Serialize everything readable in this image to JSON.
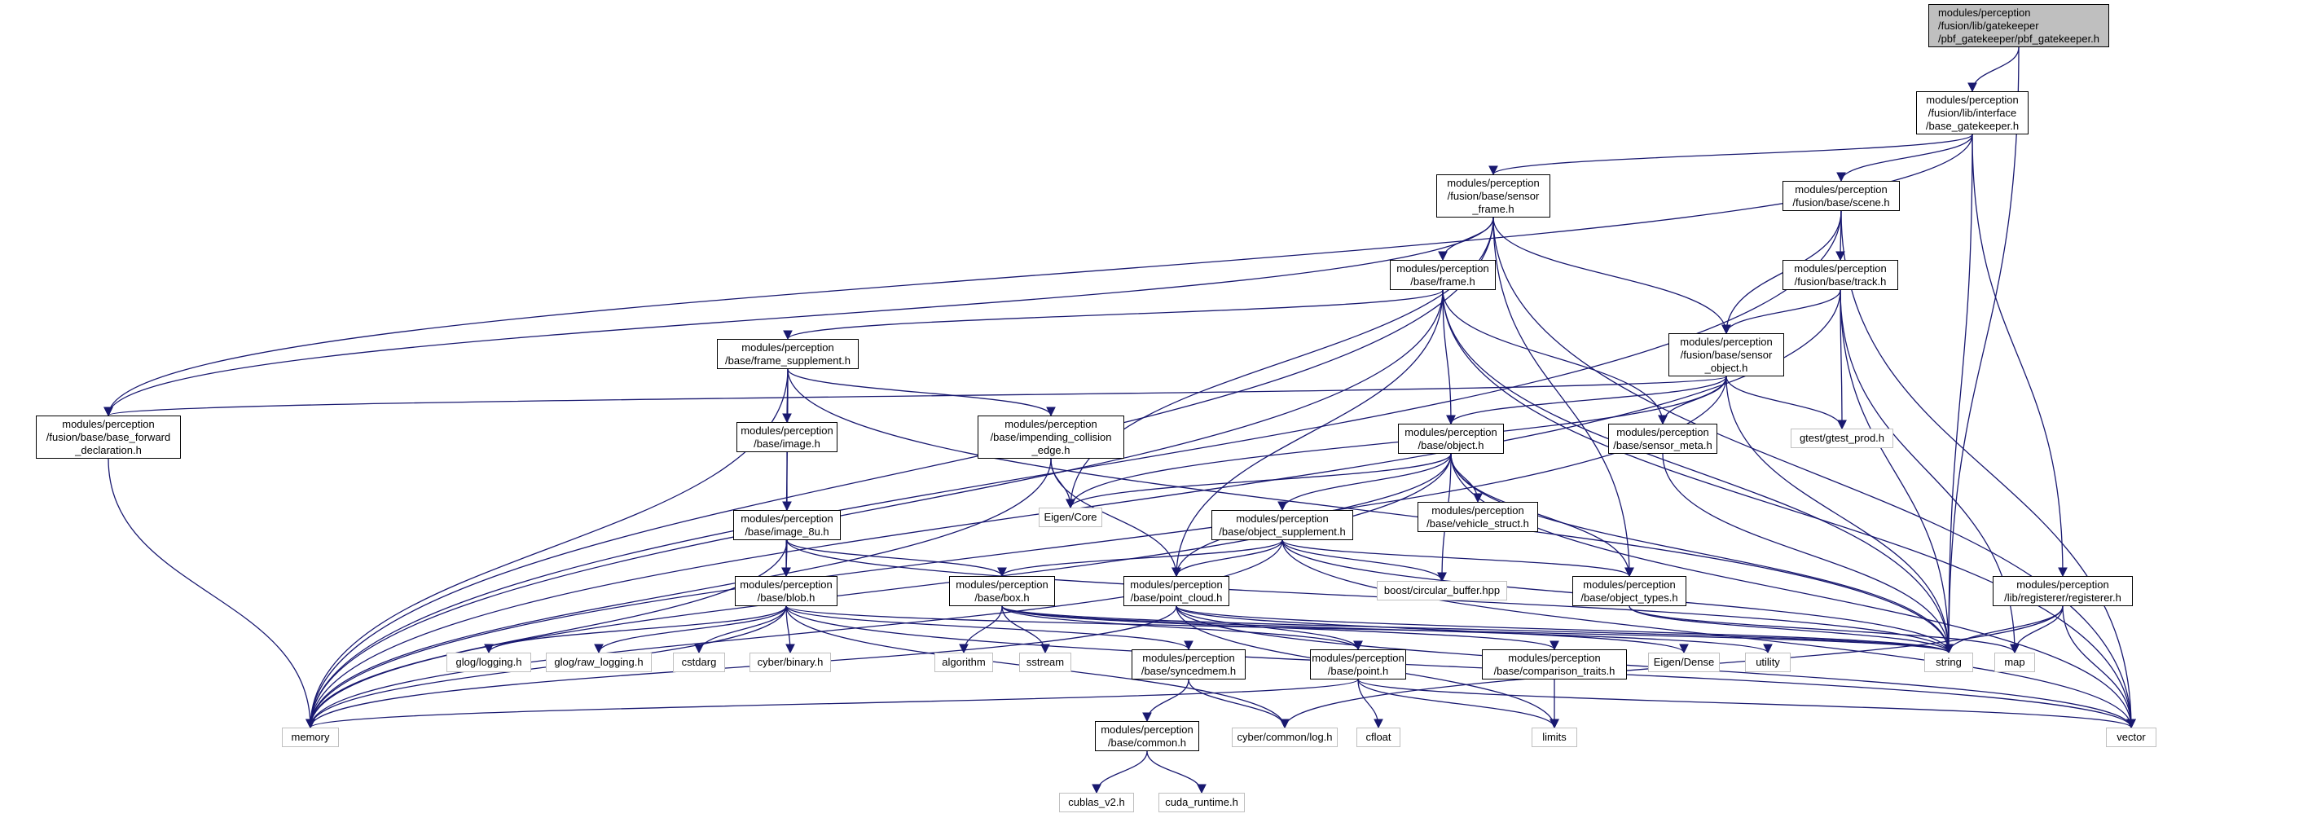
{
  "colors": {
    "edge": "#191970",
    "box_border": "#000000",
    "system_border": "#bfbfbf",
    "root_fill": "#bfbfbf"
  },
  "nodes": {
    "root": "modules/perception\n/fusion/lib/gatekeeper\n/pbf_gatekeeper/pbf_gatekeeper.h",
    "base_gatekeeper": "modules/perception\n/fusion/lib/interface\n/base_gatekeeper.h",
    "sensor_frame": "modules/perception\n/fusion/base/sensor\n_frame.h",
    "scene": "modules/perception\n/fusion/base/scene.h",
    "frame": "modules/perception\n/base/frame.h",
    "track": "modules/perception\n/fusion/base/track.h",
    "frame_supplement": "modules/perception\n/base/frame_supplement.h",
    "sensor_object": "modules/perception\n/fusion/base/sensor\n_object.h",
    "base_forward": "modules/perception\n/fusion/base/base_forward\n_declaration.h",
    "image": "modules/perception\n/base/image.h",
    "impending": "modules/perception\n/base/impending_collision\n_edge.h",
    "object": "modules/perception\n/base/object.h",
    "sensor_meta": "modules/perception\n/base/sensor_meta.h",
    "gtest_prod": "gtest/gtest_prod.h",
    "eigen_core": "Eigen/Core",
    "vehicle_struct": "modules/perception\n/base/vehicle_struct.h",
    "image_8u": "modules/perception\n/base/image_8u.h",
    "object_supplement": "modules/perception\n/base/object_supplement.h",
    "blob": "modules/perception\n/base/blob.h",
    "box": "modules/perception\n/base/box.h",
    "point_cloud": "modules/perception\n/base/point_cloud.h",
    "circular_buffer": "boost/circular_buffer.hpp",
    "object_types": "modules/perception\n/base/object_types.h",
    "registerer": "modules/perception\n/lib/registerer/registerer.h",
    "glog_logging": "glog/logging.h",
    "glog_raw": "glog/raw_logging.h",
    "cstdarg": "cstdarg",
    "cyber_binary": "cyber/binary.h",
    "algorithm": "algorithm",
    "sstream": "sstream",
    "syncedmem": "modules/perception\n/base/syncedmem.h",
    "point": "modules/perception\n/base/point.h",
    "comparison_traits": "modules/perception\n/base/comparison_traits.h",
    "eigen_dense": "Eigen/Dense",
    "utility": "utility",
    "string": "string",
    "map": "map",
    "memory": "memory",
    "common": "modules/perception\n/base/common.h",
    "cyber_log": "cyber/common/log.h",
    "cfloat": "cfloat",
    "limits": "limits",
    "vector": "vector",
    "cublas": "cublas_v2.h",
    "cuda_runtime": "cuda_runtime.h"
  },
  "edges": [
    [
      "root",
      "base_gatekeeper"
    ],
    [
      "root",
      "string"
    ],
    [
      "base_gatekeeper",
      "base_forward"
    ],
    [
      "base_gatekeeper",
      "sensor_frame"
    ],
    [
      "base_gatekeeper",
      "scene"
    ],
    [
      "base_gatekeeper",
      "string"
    ],
    [
      "base_gatekeeper",
      "registerer"
    ],
    [
      "sensor_frame",
      "base_forward"
    ],
    [
      "sensor_frame",
      "frame"
    ],
    [
      "sensor_frame",
      "sensor_object"
    ],
    [
      "sensor_frame",
      "memory"
    ],
    [
      "sensor_frame",
      "vector"
    ],
    [
      "sensor_frame",
      "eigen_core"
    ],
    [
      "sensor_frame",
      "object_types"
    ],
    [
      "scene",
      "sensor_object"
    ],
    [
      "scene",
      "track"
    ],
    [
      "scene",
      "memory"
    ],
    [
      "scene",
      "vector"
    ],
    [
      "frame",
      "frame_supplement"
    ],
    [
      "frame",
      "object"
    ],
    [
      "frame",
      "sensor_meta"
    ],
    [
      "frame",
      "memory"
    ],
    [
      "frame",
      "string"
    ],
    [
      "frame",
      "vector"
    ],
    [
      "frame",
      "point_cloud"
    ],
    [
      "track",
      "sensor_object"
    ],
    [
      "track",
      "gtest_prod"
    ],
    [
      "track",
      "string"
    ],
    [
      "track",
      "map"
    ],
    [
      "track",
      "memory"
    ],
    [
      "frame_supplement",
      "image"
    ],
    [
      "frame_supplement",
      "impending"
    ],
    [
      "frame_supplement",
      "blob"
    ],
    [
      "frame_supplement",
      "memory"
    ],
    [
      "frame_supplement",
      "string"
    ],
    [
      "sensor_object",
      "base_forward"
    ],
    [
      "sensor_object",
      "object"
    ],
    [
      "sensor_object",
      "sensor_meta"
    ],
    [
      "sensor_object",
      "gtest_prod"
    ],
    [
      "sensor_object",
      "eigen_core"
    ],
    [
      "sensor_object",
      "string"
    ],
    [
      "sensor_object",
      "memory"
    ],
    [
      "base_forward",
      "memory"
    ],
    [
      "image",
      "image_8u"
    ],
    [
      "impending",
      "eigen_core"
    ],
    [
      "impending",
      "memory"
    ],
    [
      "impending",
      "point_cloud"
    ],
    [
      "object",
      "eigen_core"
    ],
    [
      "object",
      "vehicle_struct"
    ],
    [
      "object",
      "object_supplement"
    ],
    [
      "object",
      "object_types"
    ],
    [
      "object",
      "point_cloud"
    ],
    [
      "object",
      "circular_buffer"
    ],
    [
      "object",
      "vector"
    ],
    [
      "object",
      "memory"
    ],
    [
      "object",
      "string"
    ],
    [
      "sensor_meta",
      "string"
    ],
    [
      "image_8u",
      "blob"
    ],
    [
      "image_8u",
      "box"
    ],
    [
      "image_8u",
      "memory"
    ],
    [
      "image_8u",
      "string"
    ],
    [
      "object_supplement",
      "box"
    ],
    [
      "object_supplement",
      "point_cloud"
    ],
    [
      "object_supplement",
      "object_types"
    ],
    [
      "object_supplement",
      "circular_buffer"
    ],
    [
      "object_supplement",
      "vector"
    ],
    [
      "object_supplement",
      "memory"
    ],
    [
      "object_supplement",
      "string"
    ],
    [
      "blob",
      "glog_logging"
    ],
    [
      "blob",
      "glog_raw"
    ],
    [
      "blob",
      "cstdarg"
    ],
    [
      "blob",
      "cyber_binary"
    ],
    [
      "blob",
      "syncedmem"
    ],
    [
      "blob",
      "memory"
    ],
    [
      "blob",
      "string"
    ],
    [
      "blob",
      "vector"
    ],
    [
      "blob",
      "cyber_log"
    ],
    [
      "box",
      "algorithm"
    ],
    [
      "box",
      "sstream"
    ],
    [
      "box",
      "point"
    ],
    [
      "box",
      "comparison_traits"
    ],
    [
      "box",
      "string"
    ],
    [
      "box",
      "utility"
    ],
    [
      "point_cloud",
      "point"
    ],
    [
      "point_cloud",
      "eigen_dense"
    ],
    [
      "point_cloud",
      "memory"
    ],
    [
      "point_cloud",
      "string"
    ],
    [
      "point_cloud",
      "vector"
    ],
    [
      "point_cloud",
      "limits"
    ],
    [
      "object_types",
      "string"
    ],
    [
      "object_types",
      "map"
    ],
    [
      "registerer",
      "string"
    ],
    [
      "registerer",
      "map"
    ],
    [
      "registerer",
      "vector"
    ],
    [
      "registerer",
      "cyber_log"
    ],
    [
      "syncedmem",
      "common"
    ],
    [
      "syncedmem",
      "cyber_log"
    ],
    [
      "point",
      "cfloat"
    ],
    [
      "point",
      "limits"
    ],
    [
      "point",
      "memory"
    ],
    [
      "point",
      "vector"
    ],
    [
      "comparison_traits",
      "limits"
    ],
    [
      "common",
      "cublas"
    ],
    [
      "common",
      "cuda_runtime"
    ]
  ]
}
